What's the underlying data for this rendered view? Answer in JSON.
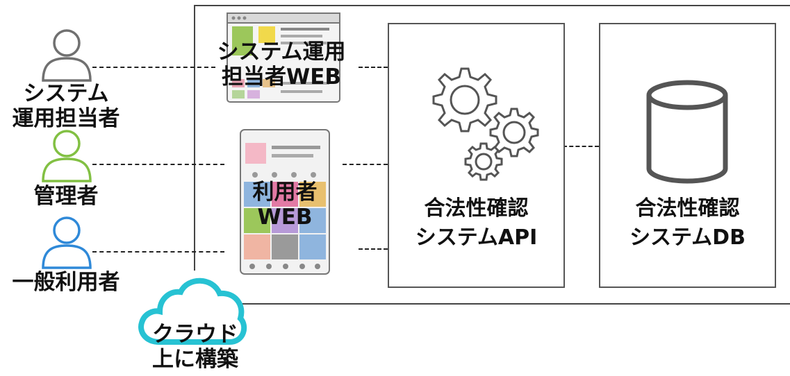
{
  "actors": [
    {
      "id": "ops",
      "label_line1": "システム",
      "label_line2": "運用担当者",
      "color": "#707070"
    },
    {
      "id": "admin",
      "label_line1": "管理者",
      "color": "#82c043"
    },
    {
      "id": "user",
      "label_line1": "一般利用者",
      "color": "#2f89d8"
    }
  ],
  "web_apps": {
    "ops_web": {
      "label_line1": "システム運用",
      "label_line2": "担当者WEB"
    },
    "user_web": {
      "label_line1": "利用者",
      "label_line2": "WEB"
    }
  },
  "api_box": {
    "label_line1": "合法性確認",
    "label_line2": "システムAPI"
  },
  "db_box": {
    "label_line1": "合法性確認",
    "label_line2": "システムDB"
  },
  "cloud": {
    "label_line1": "クラウド",
    "label_line2": "上に構築",
    "color": "#27c2d3"
  }
}
